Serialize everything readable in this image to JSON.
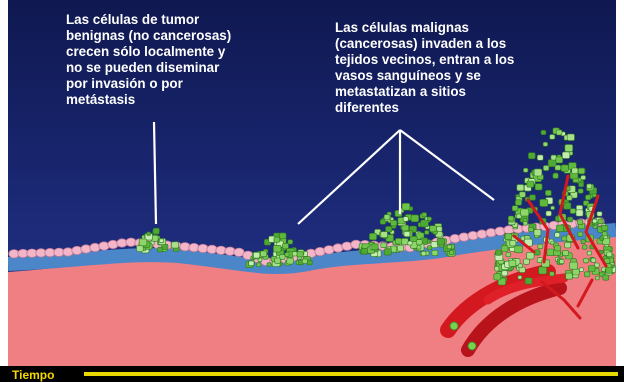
{
  "labels": {
    "benign": "Las células de tumor\nbenignas (no cancerosas)\ncrecen sólo localmente y\nno se pueden diseminar\npor invasión o por\nmetástasis",
    "malignant": "Las células malignas\n(cancerosas) invaden a los\ntejidos vecinos, entran a los\nvasos sanguíneos y se\nmetastatizan a sitios\ndiferentes"
  },
  "timeline": {
    "label": "Tiempo"
  },
  "colors": {
    "background": "#141e5a",
    "tissue": "#f07f84",
    "basement_membrane": "#4a86c8",
    "normal_cells": "#f3b6c8",
    "tumor_cells": "#6fc24a",
    "blood_vessel": "#d41820",
    "timeline_arrow": "#e8d800"
  }
}
